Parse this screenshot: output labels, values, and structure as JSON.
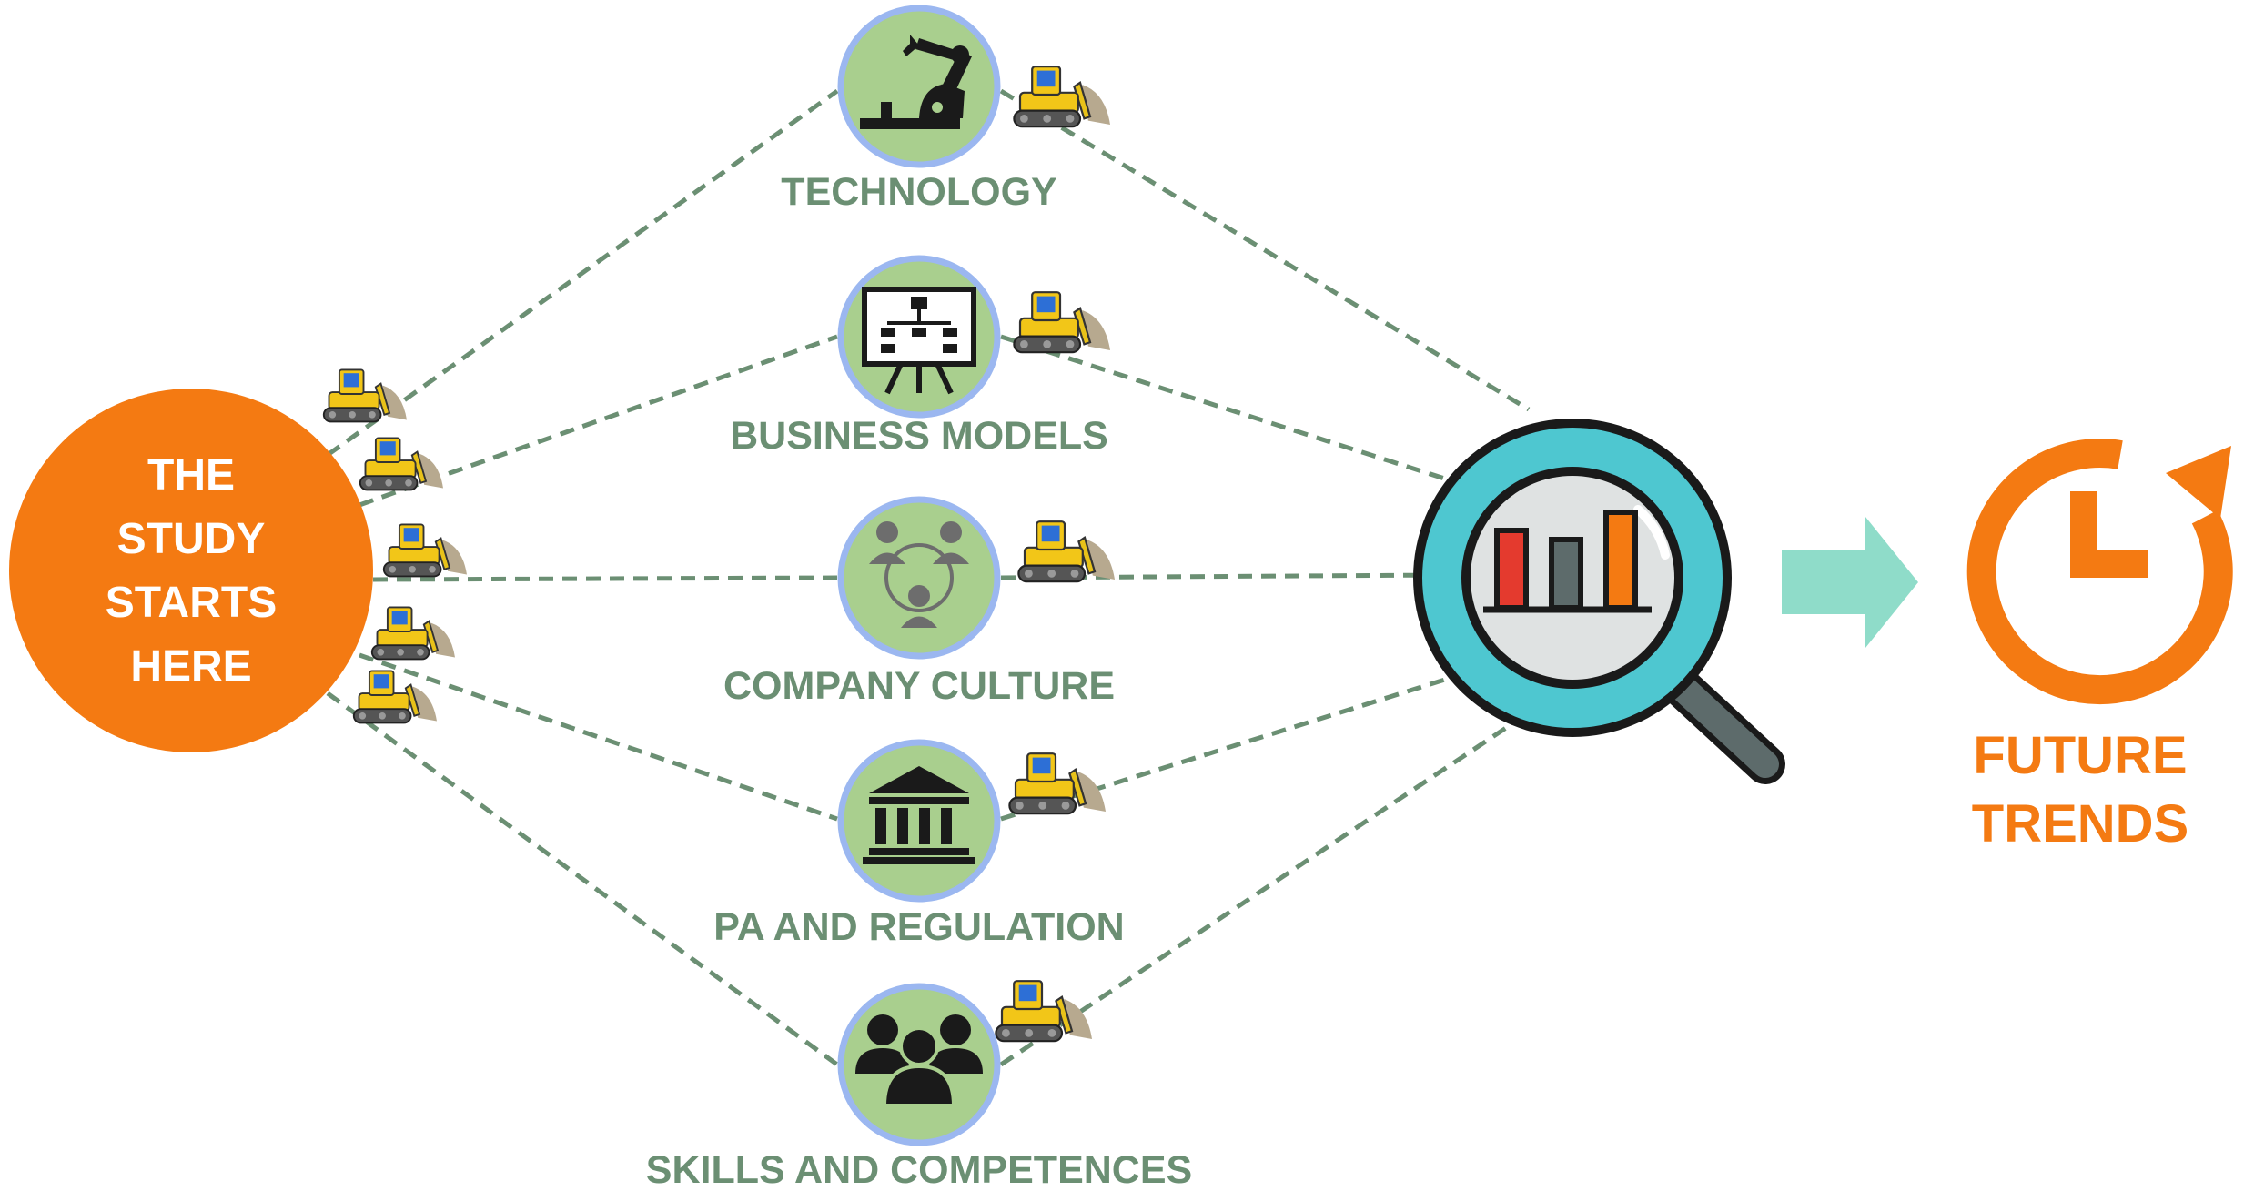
{
  "start": {
    "lines": [
      "THE",
      "STUDY",
      "STARTS",
      "HERE"
    ]
  },
  "topics": [
    {
      "label": "TECHNOLOGY",
      "icon": "robot-arm-icon"
    },
    {
      "label": "BUSINESS MODELS",
      "icon": "presentation-board-icon"
    },
    {
      "label": "COMPANY CULTURE",
      "icon": "people-network-icon"
    },
    {
      "label": "PA AND REGULATION",
      "icon": "government-building-icon"
    },
    {
      "label": "SKILLS AND COMPETENCES",
      "icon": "team-icon"
    }
  ],
  "analysis": {
    "icon": "magnifier-bar-chart-icon"
  },
  "arrow": {
    "icon": "arrow-right-icon"
  },
  "end": {
    "lines": [
      "FUTURE",
      "TRENDS"
    ],
    "icon": "clock-refresh-icon"
  },
  "vehicle_icon": "bulldozer-icon",
  "colors": {
    "orange": "#f47a12",
    "green_fill": "#a9cf8e",
    "green_ring": "#9bb7f0",
    "line": "#6b8f73",
    "teal": "#4ec7d0",
    "arrow": "#8fdcc9"
  }
}
